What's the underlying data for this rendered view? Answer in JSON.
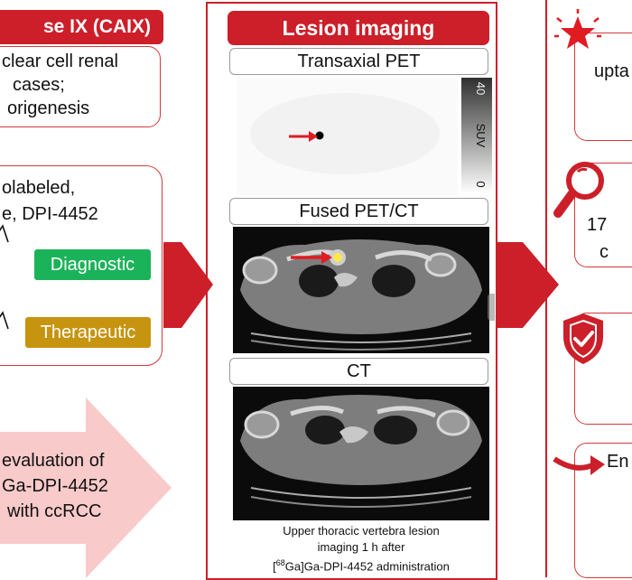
{
  "left": {
    "header": "se IX (CAIX)",
    "box1_lines": [
      "clear cell renal",
      "cases;",
      "origenesis"
    ],
    "box2_lines": [
      "olabeled,",
      "e, DPI-4452"
    ],
    "pill_diagnostic": "Diagnostic",
    "pill_therapeutic": "Therapeutic",
    "arrow_lines": [
      "evaluation of",
      "Ga-DPI-4452",
      "with ccRCC"
    ]
  },
  "center": {
    "header": "Lesion imaging",
    "panel1_label": "Transaxial PET",
    "colorbar_max": "40",
    "colorbar_unit": "SUV",
    "colorbar_min": "0",
    "panel2_label": "Fused PET/CT",
    "panel3_label": "CT",
    "caption_line1": "Upper thoracic vertebra lesion",
    "caption_line2": "imaging 1 h after",
    "caption_sup": "68",
    "caption_line3": "Ga]Ga-DPI-4452 administration",
    "caption_bracket": "["
  },
  "right": {
    "text1": "upta",
    "text2": "17",
    "text3": "c",
    "text4": "En"
  },
  "colors": {
    "accent": "#cc1f2a",
    "green": "#1bb35a",
    "gold": "#c79410",
    "arrow_pink": "#f9caca"
  },
  "icons": [
    "burst-icon",
    "magnifier-icon",
    "shield-check-icon",
    "curved-arrow-icon",
    "warning-triangle-icon",
    "red-arrow-icon"
  ]
}
